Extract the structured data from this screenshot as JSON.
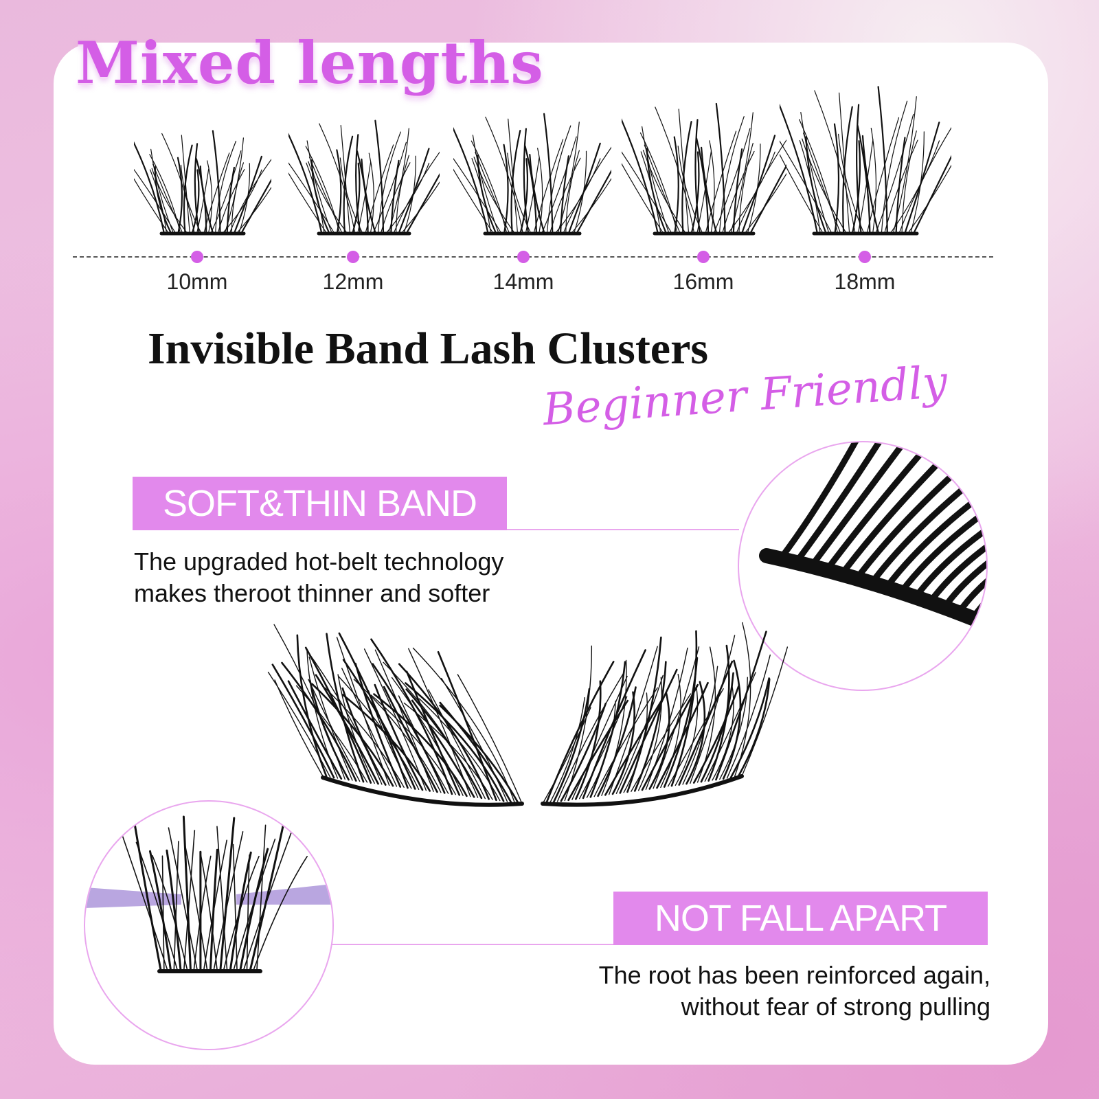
{
  "headline": "Mixed lengths",
  "sizes": [
    "10mm",
    "12mm",
    "14mm",
    "16mm",
    "18mm"
  ],
  "subhead": "Invisible Band Lash Clusters",
  "script_tag": "Beginner Friendly",
  "feature_1": {
    "badge": "SOFT&THIN BAND",
    "line1": "The upgraded hot-belt technology",
    "line2": "makes theroot thinner and softer"
  },
  "feature_2": {
    "badge": "NOT FALL APART",
    "line1": "The root has been reinforced again,",
    "line2": "without fear of strong pulling"
  },
  "colors": {
    "accent": "#d45ee6",
    "badge": "#e289ec",
    "outline": "#e9a6ee"
  }
}
